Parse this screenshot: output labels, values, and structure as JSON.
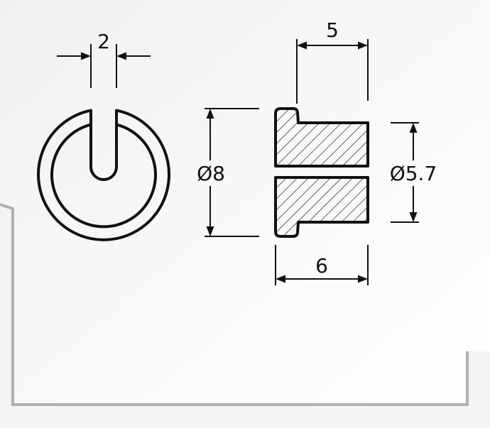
{
  "dimensions": {
    "slot_width": "2",
    "flange_depth": "5",
    "outer_diameter": "Ø8",
    "bore_diameter": "Ø5.7",
    "overall_length": "6"
  },
  "colors": {
    "background": "#f4f4f4",
    "sheet": "#ffffff",
    "sheet_border": "#b0b0b0",
    "line": "#111111"
  }
}
